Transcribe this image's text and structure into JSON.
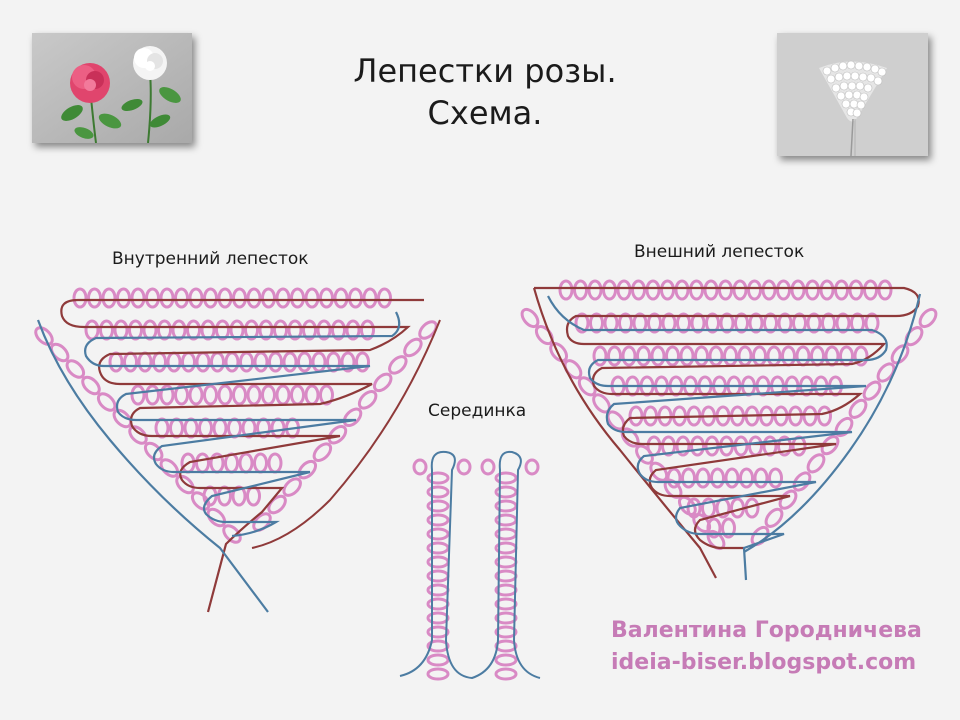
{
  "title": {
    "line1": "Лепестки розы.",
    "line2": "Схема."
  },
  "labels": {
    "inner_petal": "Внутренний лепесток",
    "outer_petal": "Внешний лепесток",
    "center": "Серединка"
  },
  "credit": {
    "author": "Валентина Городничева",
    "blog": "ideia-biser.blogspot.com"
  },
  "photos": {
    "left": "rose-photo",
    "right": "petal-photo"
  },
  "colors": {
    "bead": "#d98ac5",
    "wire_red": "#8f3a3a",
    "wire_blue": "#4c7ca2",
    "credit": "#c67bb6"
  }
}
